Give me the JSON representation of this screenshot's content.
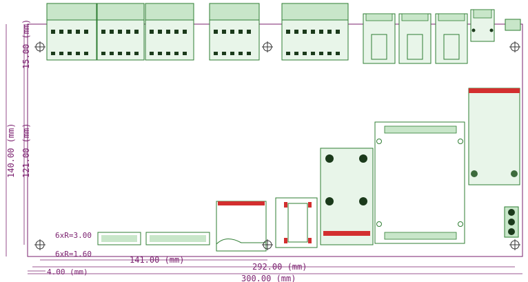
{
  "dimensions": {
    "height_140": "140.00 (mm)",
    "height_121": "121.00 (mm)",
    "height_15": "15.00 (mm)",
    "width_141": "141.00 (mm)",
    "width_292": "292.00 (mm)",
    "width_4": "4.00 (mm)",
    "width_300": "300.00 (mm)"
  },
  "annotations": {
    "radius_outer": "6xR=3.00",
    "radius_inner": "6xR=1.60"
  },
  "colors": {
    "board_outline": "#7a1f6e",
    "dimension": "#7a1f6e",
    "component": "#2e7d32",
    "component_fill": "#e8f5e9",
    "connector_fill": "#c8e6c9",
    "pad_red": "#d32f2f",
    "pin_dark": "#1b3a1b",
    "hole": "#333333"
  }
}
